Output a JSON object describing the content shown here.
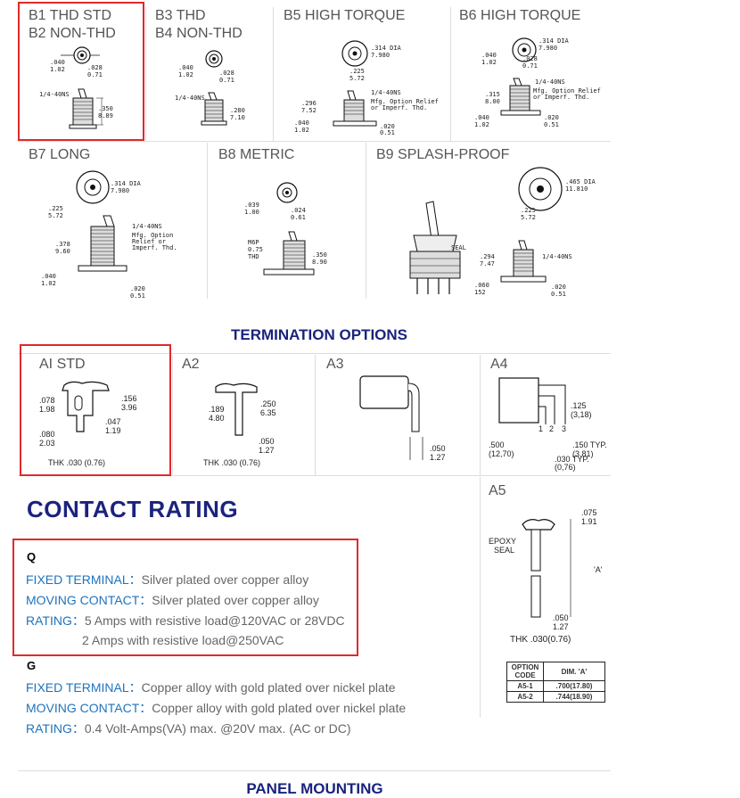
{
  "switch_types": {
    "b1": {
      "line1": "B1 THD STD",
      "line2": "B2 NON-THD",
      "dims": [
        ".040",
        "1.02",
        ".028",
        "0.71",
        "1/4-40NS",
        ".350",
        "8.89"
      ]
    },
    "b3": {
      "line1": "B3 THD",
      "line2": "B4 NON-THD",
      "dims": [
        ".040",
        "1.02",
        ".028",
        "0.71",
        "1/4-40NS",
        ".280",
        "7.10"
      ]
    },
    "b5": {
      "title": "B5 HIGH TORQUE",
      "dims": [
        ".314 DIA",
        "7.980",
        ".225",
        "5.72",
        "1/4-40NS",
        ".296",
        "7.52",
        "Mfg. Option Relief",
        "or Imperf. Thd.",
        ".040",
        "1.02",
        ".020",
        "0.51"
      ]
    },
    "b6": {
      "title": "B6 HIGH TORQUE",
      "dims": [
        ".040",
        "1.02",
        ".314 DIA",
        "7.980",
        ".028",
        "0.71",
        "1/4-40NS",
        ".315",
        "8.00",
        "Mfg. Option Relief",
        "or Imperf. Thd.",
        ".040",
        "1.02",
        ".020",
        "0.51"
      ]
    },
    "b7": {
      "title": "B7 LONG",
      "dims": [
        ".314 DIA",
        "7.980",
        ".225",
        "5.72",
        "1/4-40NS",
        "Mfg. Option",
        "Relief or",
        "Imperf. Thd.",
        ".378",
        "9.60",
        ".040",
        "1.02",
        ".020",
        "0.51"
      ]
    },
    "b8": {
      "title": "B8 METRIC",
      "dims": [
        ".039",
        "1.00",
        ".024",
        "0.61",
        "M6P",
        "0.75",
        "THD",
        ".350",
        "8.90"
      ]
    },
    "b9": {
      "title": "B9 SPLASH-PROOF",
      "dims": [
        "SEAL",
        ".465 DIA",
        "11.810",
        ".225",
        "5.72",
        ".294",
        "7.47",
        "1/4-40NS",
        ".060",
        "152",
        ".020",
        "0.51"
      ]
    }
  },
  "termination": {
    "heading": "TERMINATION OPTIONS",
    "a1": {
      "title": "AI STD",
      "dims": [
        ".078",
        "1.98",
        ".156",
        "3.96",
        ".047",
        "1.19",
        ".080",
        "2.03"
      ],
      "thk": "THK .030 (0.76)"
    },
    "a2": {
      "title": "A2",
      "dims": [
        ".189",
        "4.80",
        ".250",
        "6.35",
        ".050",
        "1.27"
      ],
      "thk": "THK .030 (0.76)"
    },
    "a3": {
      "title": "A3",
      "dims": [
        ".050",
        "1.27"
      ]
    },
    "a4": {
      "title": "A4",
      "dims": [
        ".125",
        "(3,18)",
        "1",
        "2",
        "3",
        ".500",
        "(12,70)",
        ".150 TYP.",
        "(3,81)",
        ".030 TYP.",
        "(0,76)"
      ]
    },
    "a5": {
      "title": "A5",
      "dims": [
        ".075",
        "1.91",
        "EPOXY",
        "SEAL",
        "'A'",
        ".050",
        "1.27"
      ],
      "thk": "THK .030(0.76)",
      "table": {
        "headers": [
          "OPTION CODE",
          "DIM. 'A'"
        ],
        "rows": [
          [
            "A5-1",
            ".700(17.80)"
          ],
          [
            "A5-2",
            ".744(18.90)"
          ]
        ]
      }
    }
  },
  "contact_rating": {
    "heading": "CONTACT RATING",
    "q": {
      "code": "Q",
      "fixed_label": "FIXED TERMINAL：",
      "fixed_value": "Silver plated over copper alloy",
      "moving_label": "MOVING CONTACT：",
      "moving_value": "Silver plated over copper alloy",
      "rating_label": "RATING：",
      "rating_value": "5 Amps with resistive load@120VAC or 28VDC",
      "rating_value2": "2 Amps with resistive load@250VAC"
    },
    "g": {
      "code": "G",
      "fixed_label": "FIXED TERMINAL：",
      "fixed_value": "Copper alloy with gold plated over nickel plate",
      "moving_label": "MOVING CONTACT：",
      "moving_value": "Copper alloy with gold plated over nickel plate",
      "rating_label": "RATING：",
      "rating_value": "0.4 Volt-Amps(VA) max. @20V max. (AC or DC)"
    }
  },
  "panel_mounting": {
    "heading": "PANEL MOUNTING"
  },
  "colors": {
    "highlight": "#e0292c",
    "heading": "#1a237e",
    "label": "#1e73be",
    "text": "#666666"
  }
}
